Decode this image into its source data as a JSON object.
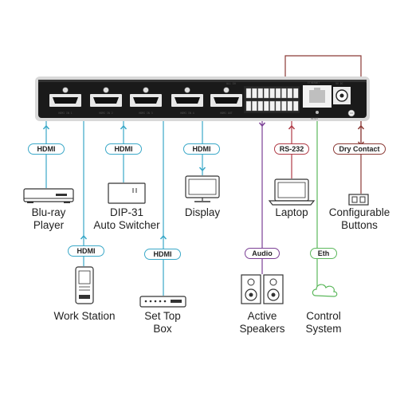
{
  "device": {
    "ports": [
      "HDMI IN 1",
      "HDMI IN 2",
      "HDMI IN 3",
      "HDMI IN 4",
      "HDMI OUT"
    ],
    "ethernet_label": "ETHERNET",
    "reset_label": "RESET",
    "power_label": "5V DC"
  },
  "connections": [
    {
      "id": "bluray",
      "badge": "HDMI",
      "lines": [
        "Blu-ray",
        "Player"
      ],
      "color": "#3aa8c8"
    },
    {
      "id": "workstation",
      "badge": "HDMI",
      "lines": [
        "Work Station"
      ],
      "color": "#3aa8c8"
    },
    {
      "id": "dip31",
      "badge": "HDMI",
      "lines": [
        "DIP-31",
        "Auto Switcher"
      ],
      "color": "#3aa8c8"
    },
    {
      "id": "settopbox",
      "badge": "HDMI",
      "lines": [
        "Set Top",
        "Box"
      ],
      "color": "#3aa8c8"
    },
    {
      "id": "display",
      "badge": "HDMI",
      "lines": [
        "Display"
      ],
      "color": "#3aa8c8"
    },
    {
      "id": "speakers",
      "badge": "Audio",
      "lines": [
        "Active",
        "Speakers"
      ],
      "color": "#7b3f95"
    },
    {
      "id": "laptop",
      "badge": "RS-232",
      "lines": [
        "Laptop"
      ],
      "color": "#b03b46"
    },
    {
      "id": "control",
      "badge": "Eth",
      "lines": [
        "Control",
        "System"
      ],
      "color": "#5cb85c"
    },
    {
      "id": "buttons",
      "badge": "Dry Contact",
      "lines": [
        "Configurable",
        "Buttons"
      ],
      "color": "#8b3a36"
    }
  ]
}
